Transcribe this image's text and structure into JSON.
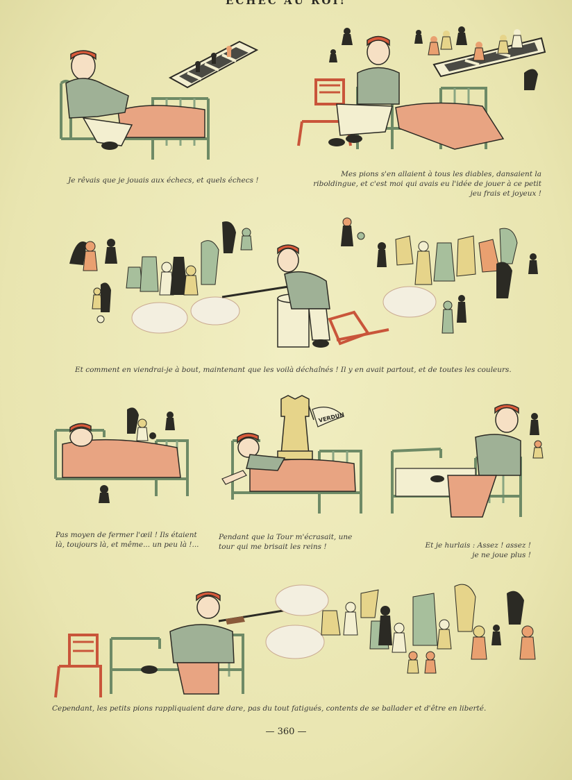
{
  "page": {
    "title": "ÉCHEC AU ROI!",
    "page_number": "— 360 —"
  },
  "captions": {
    "c1": "Je rêvais que je jouais aux échecs, et quels échecs !",
    "c2_l1": "Mes pions s'en allaient à tous les diables, dansaient la",
    "c2_l2": "riboldingue, et c'est moi qui avais eu l'idée de jouer à ce petit",
    "c2_l3": "jeu frais et joyeux !",
    "c3": "Et comment en viendrai-je à bout, maintenant que les voilà déchaînés ! Il y en avait partout, et de toutes les couleurs.",
    "c4_l1": "Pas moyen de fermer l'œil ! Ils étaient",
    "c4_l2": "là, toujours là, et même... un peu là !...",
    "c5_l1": "Pendant que la Tour m'écrasait, une",
    "c5_l2": "tour qui me brisait les reins !",
    "c6_l1": "Et je hurlais : Assez ! assez !",
    "c6_l2": "je ne joue plus !",
    "c7": "Cependant, les petits pions rappliquaient dare dare, pas du tout fatigués, contents de se ballader et d'être en liberté."
  },
  "banner_text": "VERDUN",
  "colors": {
    "paper": "#ebe7b4",
    "ink": "#2b2a24",
    "bed_green": "#a9bfa0",
    "uniform_green": "#9fb196",
    "blanket_salmon": "#e8a482",
    "kepi_red": "#d85a3a",
    "chair_red": "#c9553a",
    "piece_gold": "#e6d48a",
    "piece_orange": "#e9a070",
    "piece_green": "#a7bf9c"
  },
  "icons": [
    "chessboard-icon",
    "pawn-icon",
    "rook-icon",
    "knight-icon",
    "rifle-icon",
    "smoke-cloud-icon"
  ]
}
